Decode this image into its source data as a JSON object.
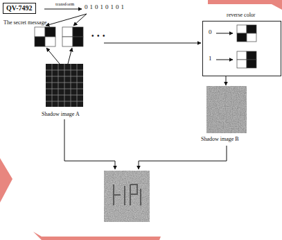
{
  "diagram": {
    "nodes": [
      {
        "text": [
          "QV-7492",
          "The secret message"
        ]
      },
      {
        "text": [
          "Shadow image A"
        ]
      },
      {
        "text": [
          "reverse color",
          "0",
          "1"
        ]
      },
      {
        "text": [
          "Shadow image B"
        ]
      }
    ],
    "edges": [
      {
        "from": 2,
        "to": 3,
        "arrow": "to"
      }
    ],
    "labels": [
      "transform",
      "01010101",
      "• • •"
    ]
  }
}
